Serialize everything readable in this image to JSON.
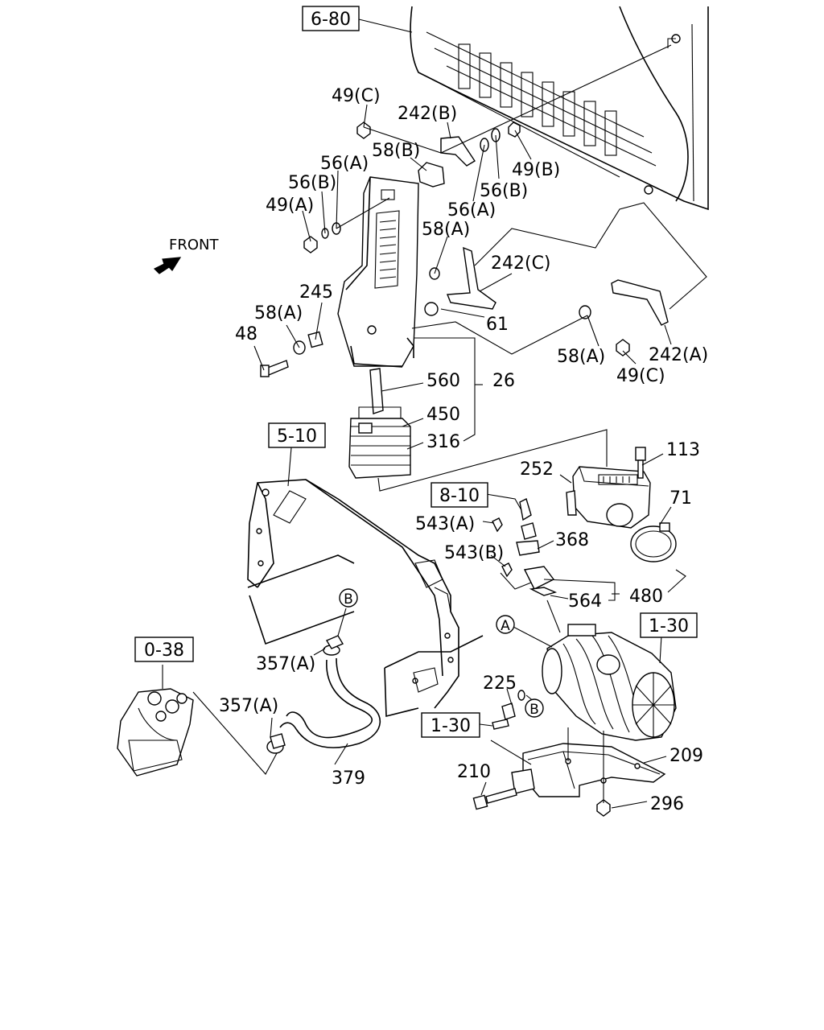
{
  "front_label": "FRONT",
  "ref_boxes": {
    "r_6_80": "6-80",
    "r_5_10": "5-10",
    "r_8_10": "8-10",
    "r_1_30a": "1-30",
    "r_1_30b": "1-30",
    "r_0_38": "0-38"
  },
  "circle_markers": {
    "a_main": "A",
    "b_hose": "B",
    "b_cleaner": "B"
  },
  "part_labels": {
    "p49c_top": "49(C)",
    "p242b": "242(B)",
    "p58b": "58(B)",
    "p56a_top": "56(A)",
    "p56b_left": "56(B)",
    "p49a": "49(A)",
    "p49b": "49(B)",
    "p56b_right": "56(B)",
    "p56a_right": "56(A)",
    "p58a_mid": "58(A)",
    "p242c": "242(C)",
    "p245": "245",
    "p58a_left": "58(A)",
    "p48": "48",
    "p61": "61",
    "p58a_right": "58(A)",
    "p242a": "242(A)",
    "p49c_right": "49(C)",
    "p560": "560",
    "p26": "26",
    "p450": "450",
    "p316": "316",
    "p113": "113",
    "p252": "252",
    "p71": "71",
    "p543a": "543(A)",
    "p368": "368",
    "p543b": "543(B)",
    "p564": "564",
    "p480": "480",
    "p357a_top": "357(A)",
    "p357a_bottom": "357(A)",
    "p225": "225",
    "p379": "379",
    "p210": "210",
    "p209": "209",
    "p296": "296"
  }
}
